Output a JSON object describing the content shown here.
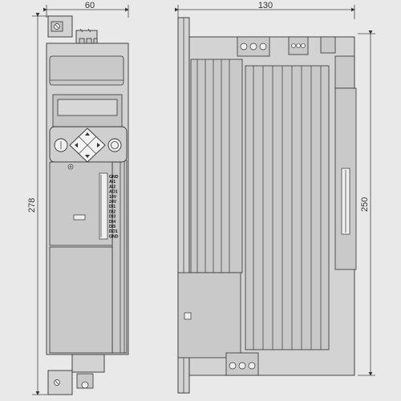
{
  "dimensions": {
    "front_width": "60",
    "front_height": "278",
    "side_width": "130",
    "side_height": "250"
  },
  "terminal_labels": [
    "GND",
    "AI1",
    "AI2",
    "AO1",
    "10V",
    "24V",
    "DI1",
    "DI2",
    "DI3",
    "DI4",
    "DI5",
    "DO1",
    "GND"
  ],
  "colors": {
    "background": "#e9e9e9",
    "body_fill": "#d3d3d3",
    "outline": "#333333"
  },
  "icons": [
    "power-symbol-icon",
    "arrow-keypad-icon"
  ]
}
